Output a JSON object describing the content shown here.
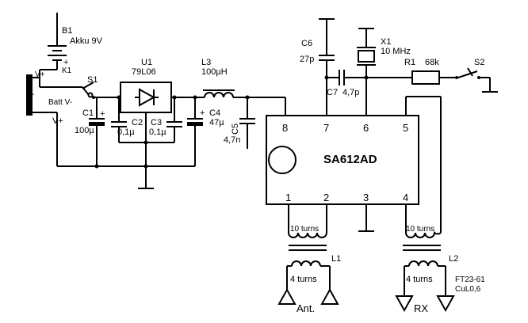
{
  "battery": {
    "ref": "B1",
    "value": "Akku 9V",
    "plus": "+",
    "vplus_conn": "V+",
    "vminus_conn": "V-",
    "batt_label": "Batt V-",
    "k_ref": "K1"
  },
  "switch_s1": {
    "ref": "S1"
  },
  "c1": {
    "ref": "C1",
    "value": "100µ",
    "plus": "+"
  },
  "c2": {
    "ref": "C2",
    "value": "0,1µ"
  },
  "c3": {
    "ref": "C3",
    "value": "0,1µ"
  },
  "c4": {
    "ref": "C4",
    "value": "47µ",
    "plus": "+"
  },
  "c5": {
    "ref": "C5",
    "value": "4,7n"
  },
  "c6": {
    "ref": "C6",
    "value": "27p"
  },
  "c7": {
    "ref": "C7",
    "value": "4,7p"
  },
  "u1": {
    "ref": "U1",
    "value": "79L06"
  },
  "l3": {
    "ref": "L3",
    "value": "100µH"
  },
  "x1": {
    "ref": "X1",
    "value": "10 MHz"
  },
  "r1": {
    "ref": "R1",
    "value": "68k"
  },
  "s2": {
    "ref": "S2"
  },
  "ic": {
    "name": "SA612AD",
    "pins": {
      "p1": "1",
      "p2": "2",
      "p3": "3",
      "p4": "4",
      "p5": "5",
      "p6": "6",
      "p7": "7",
      "p8": "8"
    }
  },
  "l1": {
    "ref": "L1",
    "secondary": "10 turns",
    "primary": "4 turns",
    "port": "Ant."
  },
  "l2": {
    "ref": "L2",
    "secondary": "10 turns",
    "primary": "4 turns",
    "port": "RX",
    "core": "FT23-61",
    "wire": "CuL0,6"
  }
}
